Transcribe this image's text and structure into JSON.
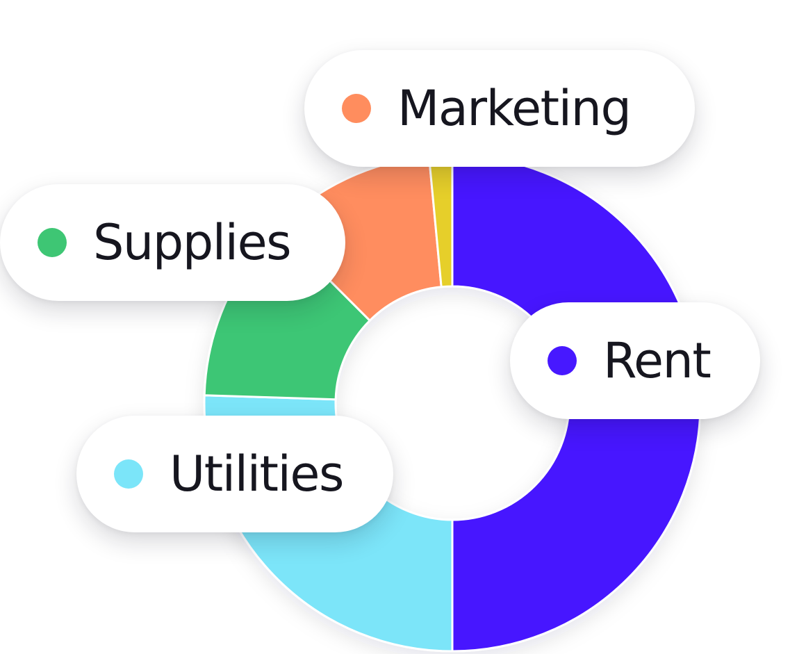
{
  "chart_data": {
    "type": "pie",
    "variant": "donut",
    "slices": [
      {
        "label": "Rent",
        "value": 50.0,
        "color": "#4718FF"
      },
      {
        "label": "Utilities",
        "value": 25.5,
        "color": "#7BE5F9"
      },
      {
        "label": "Supplies",
        "value": 12.0,
        "color": "#3EC674"
      },
      {
        "label": "Marketing",
        "value": 11.0,
        "color": "#FF8D5E"
      },
      {
        "label": "",
        "value": 1.5,
        "color": "#E6CF2A"
      }
    ]
  },
  "legend": {
    "marketing": {
      "label": "Marketing",
      "color": "#FF8D5E"
    },
    "supplies": {
      "label": "Supplies",
      "color": "#3EC674"
    },
    "rent": {
      "label": "Rent",
      "color": "#4718FF"
    },
    "utilities": {
      "label": "Utilities",
      "color": "#7BE5F9"
    }
  }
}
